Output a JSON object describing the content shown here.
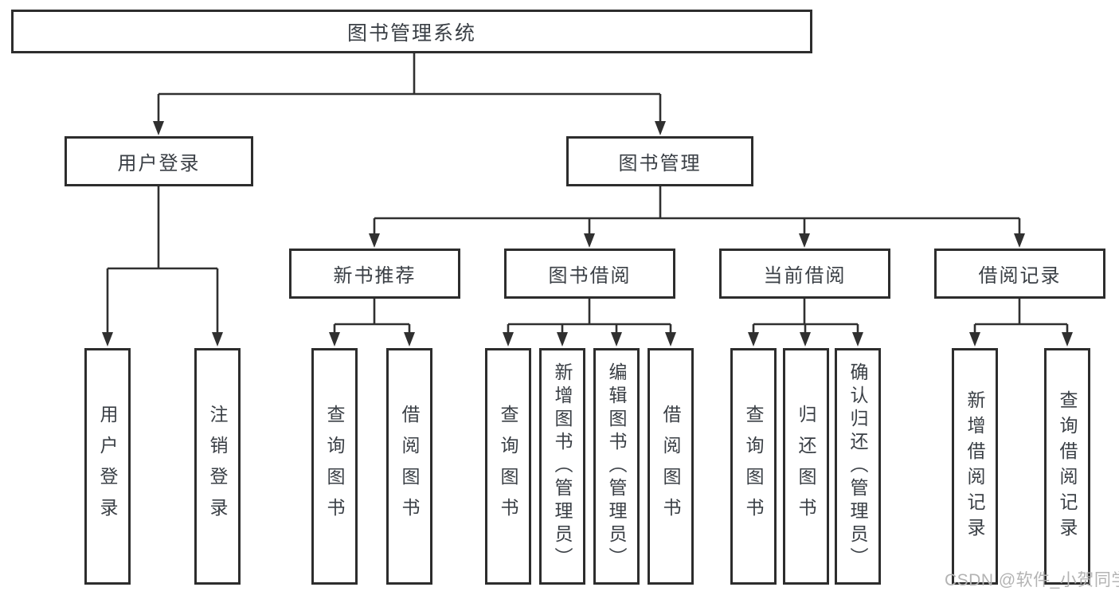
{
  "diagram": {
    "root": "图书管理系统",
    "branches": [
      {
        "label": "用户登录",
        "children": [
          "用户登录",
          "注销登录"
        ]
      },
      {
        "label": "图书管理",
        "children": [
          {
            "label": "新书推荐",
            "children": [
              "查询图书",
              "借阅图书"
            ]
          },
          {
            "label": "图书借阅",
            "children": [
              "查询图书",
              "新增图书（管理员）",
              "编辑图书（管理员）",
              "借阅图书"
            ]
          },
          {
            "label": "当前借阅",
            "children": [
              "查询图书",
              "归还图书",
              "确认归还（管理员）"
            ]
          },
          {
            "label": "借阅记录",
            "children": [
              "新增借阅记录",
              "查询借阅记录"
            ]
          }
        ]
      }
    ]
  },
  "watermark": "CSDN @软件_小贺同学",
  "colors": {
    "bg": "#ffffff",
    "line": "#303030",
    "border": "#2d2d2d",
    "text": "#3a3f45",
    "watermark": "#b3b3b3"
  }
}
